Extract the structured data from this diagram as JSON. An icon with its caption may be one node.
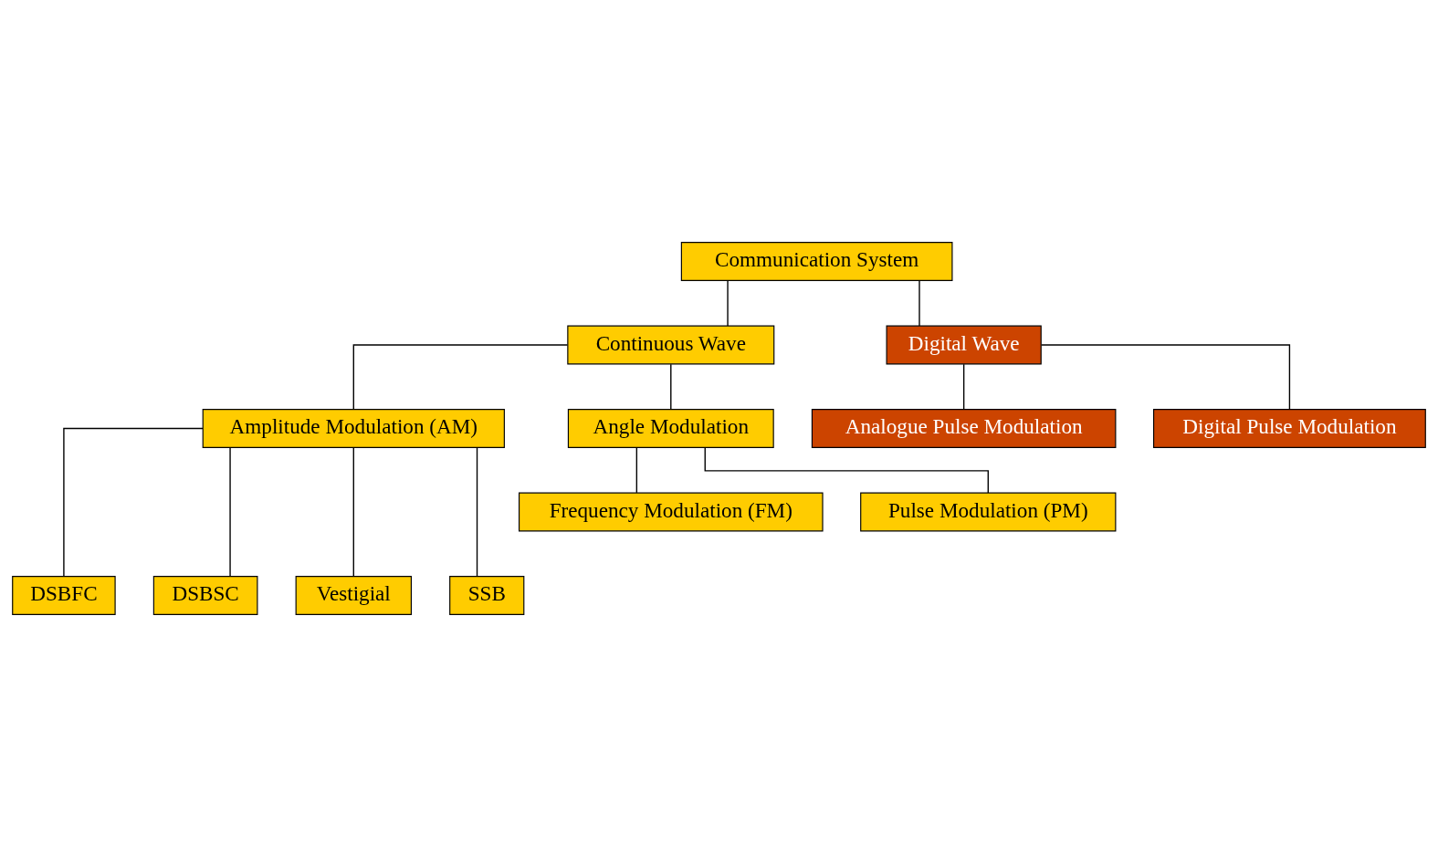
{
  "diagram": {
    "nodes": [
      {
        "text": [
          "Communication System"
        ]
      },
      {
        "text": [
          "Continuous Wave"
        ]
      },
      {
        "text": [
          "Digital Wave"
        ]
      },
      {
        "text": [
          "Amplitude Modulation (AM)"
        ]
      },
      {
        "text": [
          "Angle Modulation"
        ]
      },
      {
        "text": [
          "Analogue Pulse Modulation"
        ]
      },
      {
        "text": [
          "Digital Pulse Modulation"
        ]
      },
      {
        "text": [
          "Frequency Modulation (FM)"
        ]
      },
      {
        "text": [
          "Pulse Modulation (PM)"
        ]
      },
      {
        "text": [
          "DSBFC"
        ]
      },
      {
        "text": [
          "DSBSC"
        ]
      },
      {
        "text": [
          "Vestigial"
        ]
      },
      {
        "text": [
          "SSB"
        ]
      }
    ],
    "edges": [
      {
        "from": 0,
        "to": 1,
        "arrow": "none"
      },
      {
        "from": 0,
        "to": 2,
        "arrow": "none"
      },
      {
        "from": 1,
        "to": 3,
        "arrow": "none"
      },
      {
        "from": 1,
        "to": 4,
        "arrow": "none"
      },
      {
        "from": 2,
        "to": 5,
        "arrow": "none"
      },
      {
        "from": 2,
        "to": 6,
        "arrow": "none"
      },
      {
        "from": 4,
        "to": 7,
        "arrow": "none"
      },
      {
        "from": 4,
        "to": 8,
        "arrow": "none"
      },
      {
        "from": 3,
        "to": 9,
        "arrow": "none"
      },
      {
        "from": 3,
        "to": 10,
        "arrow": "none"
      },
      {
        "from": 3,
        "to": 11,
        "arrow": "none"
      },
      {
        "from": 3,
        "to": 12,
        "arrow": "none"
      }
    ]
  }
}
